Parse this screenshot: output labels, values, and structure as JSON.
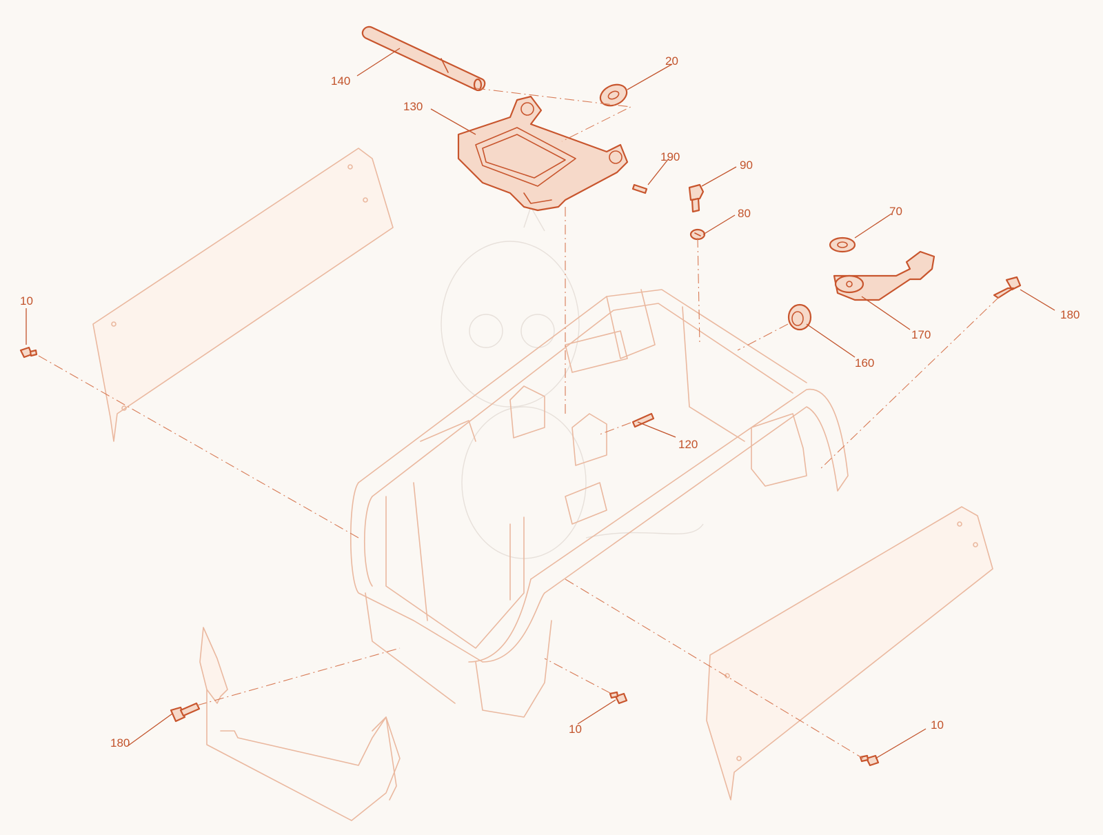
{
  "diagram": {
    "colors": {
      "accent": "#c2532b",
      "highlight_stroke": "#c8552d",
      "faint_stroke": "#eab89f",
      "background": "#fbf8f4"
    },
    "callouts": [
      {
        "id": "c140",
        "label": "140"
      },
      {
        "id": "c20",
        "label": "20"
      },
      {
        "id": "c130",
        "label": "130"
      },
      {
        "id": "c190",
        "label": "190"
      },
      {
        "id": "c90",
        "label": "90"
      },
      {
        "id": "c80",
        "label": "80"
      },
      {
        "id": "c70",
        "label": "70"
      },
      {
        "id": "c10a",
        "label": "10"
      },
      {
        "id": "c180a",
        "label": "180"
      },
      {
        "id": "c170",
        "label": "170"
      },
      {
        "id": "c160",
        "label": "160"
      },
      {
        "id": "c120",
        "label": "120"
      },
      {
        "id": "c10b",
        "label": "10"
      },
      {
        "id": "c180b",
        "label": "180"
      },
      {
        "id": "c10c",
        "label": "10"
      }
    ]
  }
}
